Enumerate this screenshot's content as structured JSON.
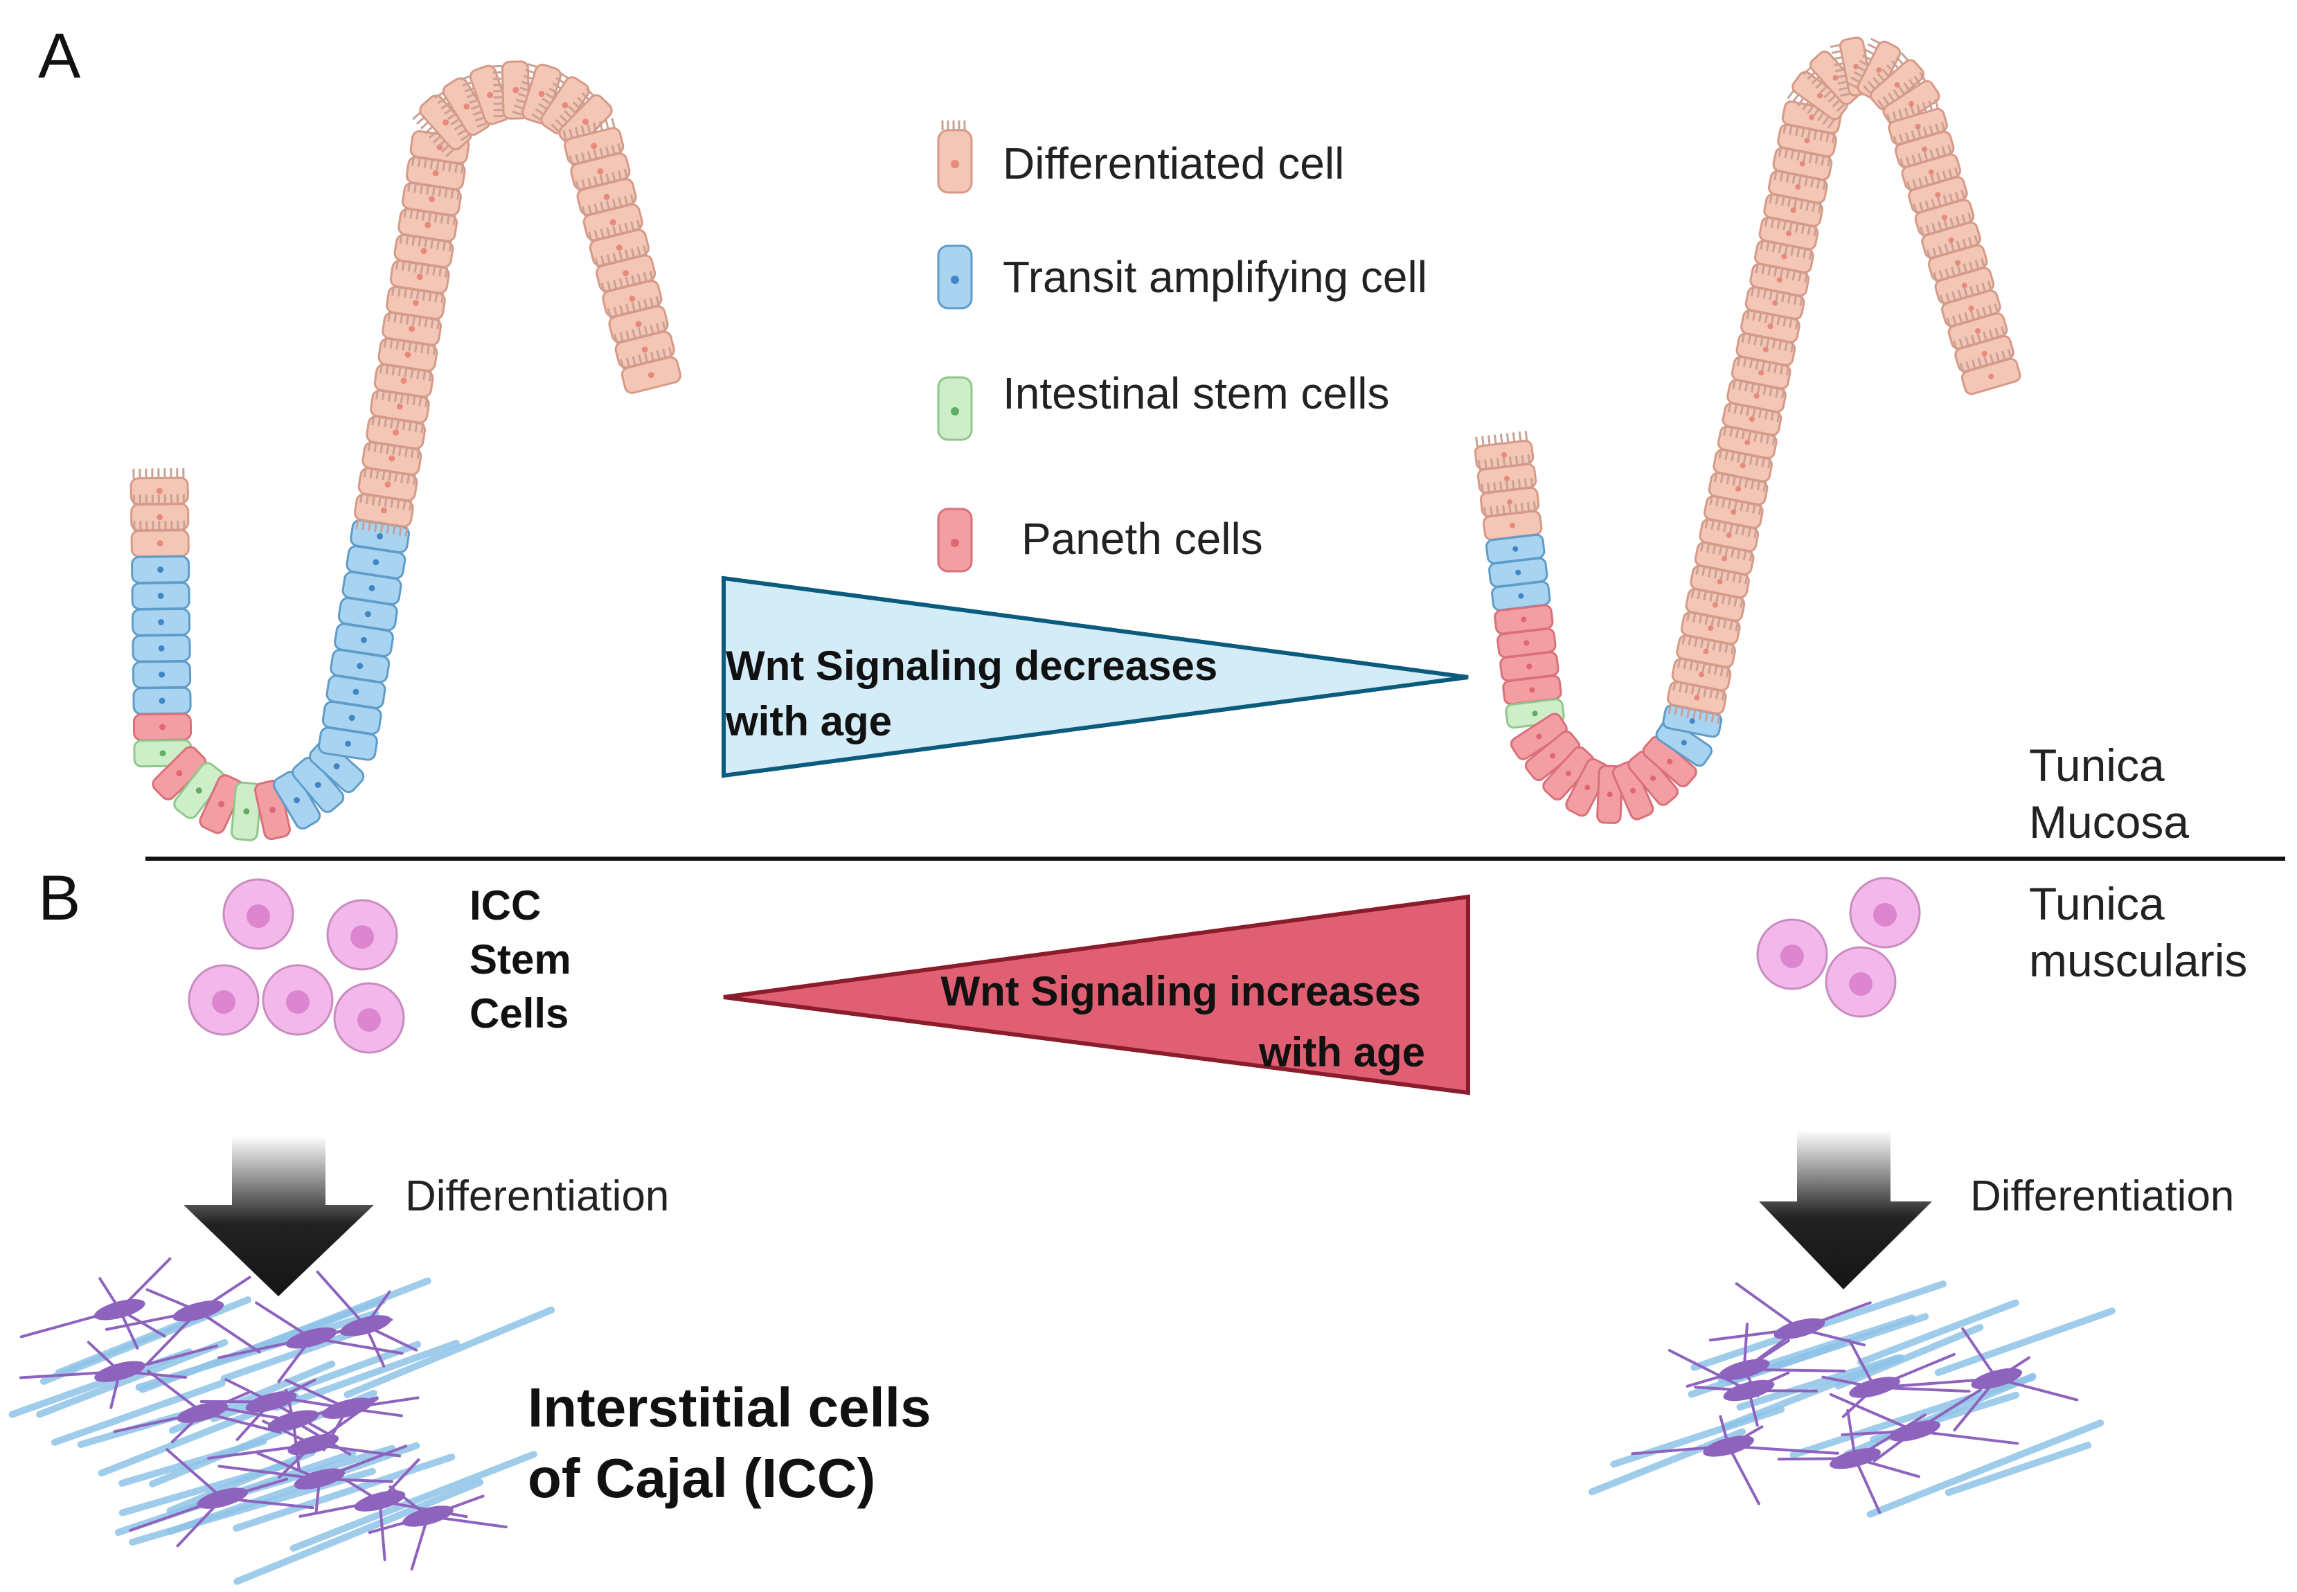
{
  "panels": {
    "a": "A",
    "b": "B"
  },
  "legend": [
    {
      "label": "Differentiated cell",
      "color": "#f3c6b6"
    },
    {
      "label": "Transit amplifying cell",
      "color": "#a8d4f2"
    },
    {
      "label": "Intestinal stem cells",
      "color": "#cdeec8"
    },
    {
      "label": "Paneth cells",
      "color": "#f29ea3"
    }
  ],
  "wnt_decrease": {
    "line1": "Wnt Signaling decreases",
    "line2": "with age",
    "fill": "#d3ecf8",
    "stroke": "#0b5b7d"
  },
  "wnt_increase": {
    "line1": "Wnt Signaling increases",
    "line2": "with age",
    "fill": "#e15f72",
    "stroke": "#8a1c2c"
  },
  "layers": {
    "mucosa_line1": "Tunica",
    "mucosa_line2": "Mucosa",
    "muscularis_line1": "Tunica",
    "muscularis_line2": "muscularis"
  },
  "icc_stem": {
    "line1": "ICC",
    "line2": "Stem",
    "line3": "Cells",
    "cell_color": "#f3b8ea",
    "nucleus_color": "#dd85cf"
  },
  "differentiation_left": "Differentiation",
  "differentiation_right": "Differentiation",
  "icc_title": {
    "line1": "Interstitial cells",
    "line2": "of Cajal (ICC)"
  },
  "fiber_colors": {
    "purple": "#8e63bd",
    "blue": "#8fc4e8"
  }
}
